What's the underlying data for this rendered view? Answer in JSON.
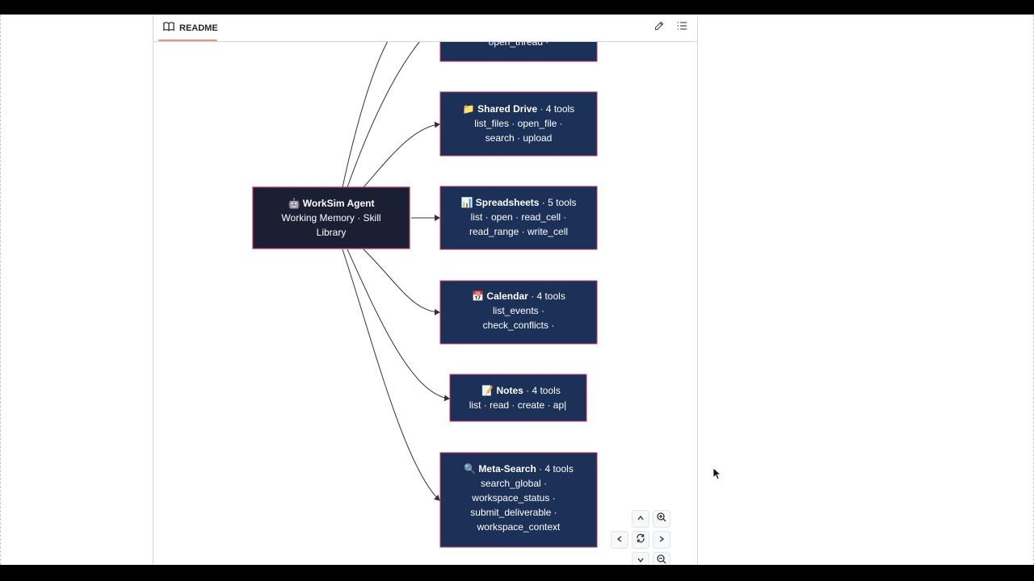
{
  "readme_tab": {
    "label": "README",
    "icon": "book-icon"
  },
  "header_actions": {
    "edit": "pencil-icon",
    "outline": "list-icon"
  },
  "diagram": {
    "agent": {
      "title": "🤖 WorkSim Agent",
      "lines": [
        "Working Memory · Skill",
        "Library"
      ]
    },
    "nodes": [
      {
        "id": "partial-top",
        "lines": [
          "open_thread ·"
        ]
      },
      {
        "id": "shared-drive",
        "title": "📁 Shared Drive",
        "suffix": " · 4 tools",
        "lines": [
          "list_files · open_file ·",
          "search · upload"
        ]
      },
      {
        "id": "spreadsheets",
        "title": "📊 Spreadsheets",
        "suffix": " · 5 tools",
        "lines": [
          "list · open · read_cell ·",
          "read_range · write_cell"
        ]
      },
      {
        "id": "calendar",
        "title": "📅 Calendar",
        "suffix": " · 4 tools",
        "lines": [
          "list_events ·",
          "check_conflicts ·"
        ]
      },
      {
        "id": "notes",
        "title": "📝 Notes",
        "suffix": " · 4 tools",
        "lines": [
          "list · read · create · ap|"
        ]
      },
      {
        "id": "meta-search",
        "title": "🔍 Meta-Search",
        "suffix": " · 4 tools",
        "lines": [
          "search_global ·",
          "workspace_status ·",
          "submit_deliverable ·",
          "workspace_context"
        ]
      }
    ],
    "colors": {
      "node_fill": "#1c3157",
      "node_stroke": "#c0305f",
      "agent_fill": "#1a1f33",
      "edge": "#333333"
    }
  },
  "controls": {
    "up": "chevron-up-icon",
    "zoom_in": "zoom-in-icon",
    "left": "chevron-left-icon",
    "reset": "refresh-icon",
    "right": "chevron-right-icon",
    "down": "chevron-down-icon",
    "zoom_out": "zoom-out-icon"
  }
}
